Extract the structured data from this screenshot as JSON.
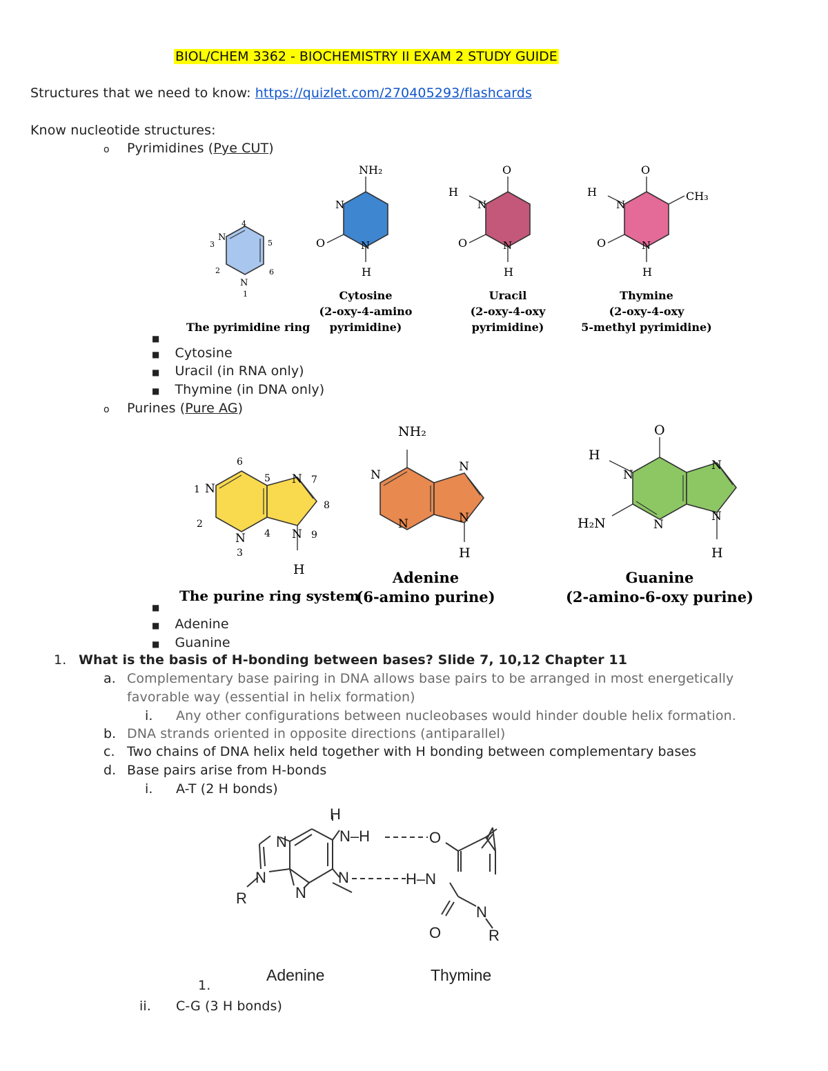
{
  "title": "BIOL/CHEM 3362 - BIOCHEMISTRY II EXAM 2 STUDY GUIDE",
  "structures_line": {
    "prefix": "Structures that we need to know: ",
    "link": "https://quizlet.com/270405293/flashcards"
  },
  "nucleotide_heading": "Know nucleotide structures:",
  "pyrimidines": {
    "bullet": "o",
    "label": "Pyrimidines (",
    "mnemonic": "Pye CUT",
    "close": ")",
    "items": [
      "",
      "Cytosine",
      "Uracil (in RNA only)",
      "Thymine (in DNA only)"
    ]
  },
  "pyrimidine_figure": {
    "ring_caption": "The pyrimidine ring",
    "cytosine": {
      "name": "Cytosine",
      "desc1": "(2-oxy-4-amino",
      "desc2": "pyrimidine)",
      "color": "#3f86d1"
    },
    "uracil": {
      "name": "Uracil",
      "desc1": "(2-oxy-4-oxy",
      "desc2": "pyrimidine)",
      "color": "#c4587a"
    },
    "thymine": {
      "name": "Thymine",
      "desc1": "(2-oxy-4-oxy",
      "desc2": "5-methyl pyrimidine)",
      "color": "#e46a98"
    },
    "ring_color": "#a8c6ee",
    "labels": {
      "nh2": "NH₂",
      "o": "O",
      "n": "N",
      "h": "H",
      "ch3": "CH₃",
      "n1": "1",
      "n2": "2",
      "n3": "3",
      "n4": "4",
      "n5": "5",
      "n6": "6"
    }
  },
  "purines": {
    "bullet": "o",
    "label": "Purines (",
    "mnemonic": "Pure AG",
    "close": ")",
    "items": [
      "",
      "Adenine",
      "Guanine"
    ]
  },
  "purine_figure": {
    "ring_caption": "The purine ring system",
    "adenine": {
      "name": "Adenine",
      "desc": "(6-amino purine)",
      "color": "#e8894f"
    },
    "guanine": {
      "name": "Guanine",
      "desc": "(2-amino-6-oxy purine)",
      "color": "#8cc764"
    },
    "ring_color": "#f9d94e",
    "labels": {
      "nh2": "NH₂",
      "h2n": "H₂N",
      "o": "O",
      "n": "N",
      "h": "H",
      "n1": "1",
      "n2": "2",
      "n3": "3",
      "n4": "4",
      "n5": "5",
      "n6": "6",
      "n7": "7",
      "n8": "8",
      "n9": "9"
    }
  },
  "question1": {
    "num": "1.",
    "text": "What is the basis of H-bonding between bases? Slide 7, 10,12  Chapter 11",
    "a": {
      "marker": "a.",
      "line1": "Complementary base pairing in DNA allows base pairs to be arranged in most energetically",
      "line2": "favorable way (essential in helix formation)"
    },
    "a_i": {
      "marker": "i.",
      "text": "Any other configurations between nucleobases would hinder double helix formation."
    },
    "b": {
      "marker": "b.",
      "text": "DNA strands oriented in opposite directions (antiparallel)"
    },
    "c": {
      "marker": "c.",
      "text": "Two chains of DNA helix held together with H bonding between complementary bases"
    },
    "d": {
      "marker": "d.",
      "text": "Base pairs arise from H-bonds"
    },
    "d_i": {
      "marker": "i.",
      "text": "A-T (2 H bonds)"
    },
    "d_i_1": "1.",
    "d_ii": {
      "marker": "ii.",
      "text": "C-G (3 H bonds)"
    }
  },
  "at_figure": {
    "adenine": "Adenine",
    "thymine": "Thymine",
    "labels": {
      "h": "H",
      "n": "N",
      "o": "O",
      "r": "R",
      "nh": "N–H",
      "hn": "H–N"
    }
  },
  "colors": {
    "highlight": "#ffff00",
    "link": "#1155cc",
    "gray_text": "#6b6b6b"
  }
}
